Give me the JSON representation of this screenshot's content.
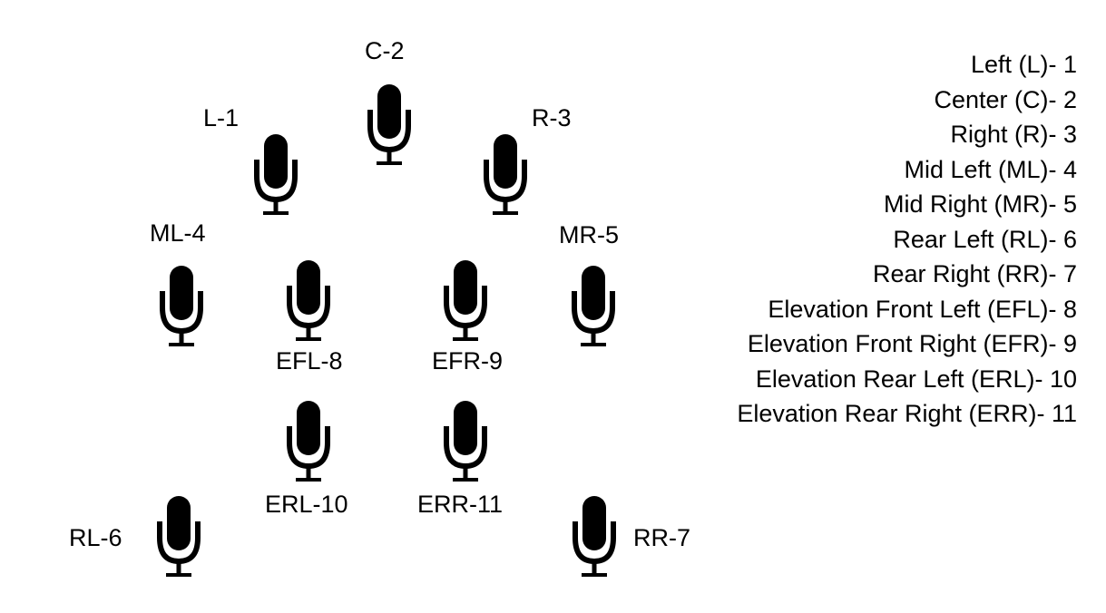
{
  "mics": [
    {
      "id": "L",
      "label": "L-1"
    },
    {
      "id": "C",
      "label": "C-2"
    },
    {
      "id": "R",
      "label": "R-3"
    },
    {
      "id": "ML",
      "label": "ML-4"
    },
    {
      "id": "MR",
      "label": "MR-5"
    },
    {
      "id": "RL",
      "label": "RL-6"
    },
    {
      "id": "RR",
      "label": "RR-7"
    },
    {
      "id": "EFL",
      "label": "EFL-8"
    },
    {
      "id": "EFR",
      "label": "EFR-9"
    },
    {
      "id": "ERL",
      "label": "ERL-10"
    },
    {
      "id": "ERR",
      "label": "ERR-11"
    }
  ],
  "legend": [
    "Left (L)- 1",
    "Center (C)- 2",
    "Right (R)- 3",
    "Mid Left (ML)- 4",
    "Mid Right (MR)- 5",
    "Rear Left (RL)- 6",
    "Rear Right (RR)- 7",
    "Elevation Front Left (EFL)- 8",
    "Elevation Front Right (EFR)- 9",
    "Elevation Rear Left (ERL)- 10",
    "Elevation Rear Right (ERR)- 11"
  ],
  "icon": "microphone-icon",
  "colors": {
    "ink": "#000000",
    "background": "#ffffff"
  }
}
